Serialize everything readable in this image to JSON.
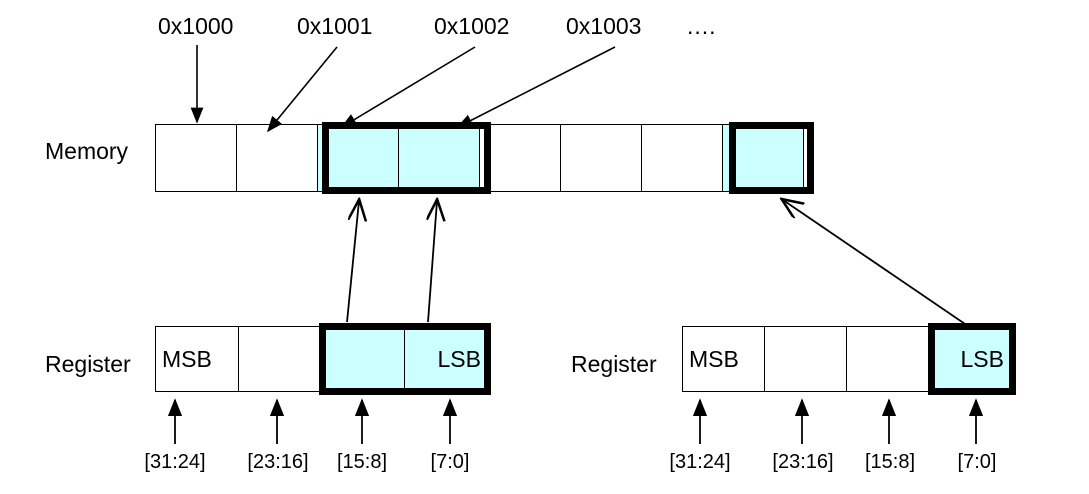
{
  "diagram": {
    "title_text": "",
    "colors": {
      "highlight_fill": "#CCFFFF",
      "outline": "#000000",
      "background": "#FFFFFF"
    },
    "memory": {
      "row_label": "Memory",
      "addresses": [
        "0x1000",
        "0x1001",
        "0x1002",
        "0x1003"
      ],
      "ellipsis": "....",
      "cell_count": 8,
      "cells": [
        {
          "text": "",
          "highlighted": false
        },
        {
          "text": "",
          "highlighted": false
        },
        {
          "text": "",
          "highlighted": true
        },
        {
          "text": "",
          "highlighted": true
        },
        {
          "text": "",
          "highlighted": false
        },
        {
          "text": "",
          "highlighted": false
        },
        {
          "text": "",
          "highlighted": false
        },
        {
          "text": "",
          "highlighted": true
        }
      ]
    },
    "register_left": {
      "row_label": "Register",
      "cells": [
        {
          "text": "MSB",
          "align": "left",
          "highlighted": false
        },
        {
          "text": "",
          "align": "left",
          "highlighted": false
        },
        {
          "text": "",
          "align": "left",
          "highlighted": true
        },
        {
          "text": "LSB",
          "align": "right",
          "highlighted": true
        }
      ],
      "bit_labels": [
        "[31:24]",
        "[23:16]",
        "[15:8]",
        "[7:0]"
      ]
    },
    "register_right": {
      "row_label": "Register",
      "cells": [
        {
          "text": "MSB",
          "align": "left",
          "highlighted": false
        },
        {
          "text": "",
          "align": "left",
          "highlighted": false
        },
        {
          "text": "",
          "align": "left",
          "highlighted": false
        },
        {
          "text": "LSB",
          "align": "right",
          "highlighted": true
        }
      ],
      "bit_labels": [
        "[31:24]",
        "[23:16]",
        "[15:8]",
        "[7:0]"
      ]
    }
  }
}
